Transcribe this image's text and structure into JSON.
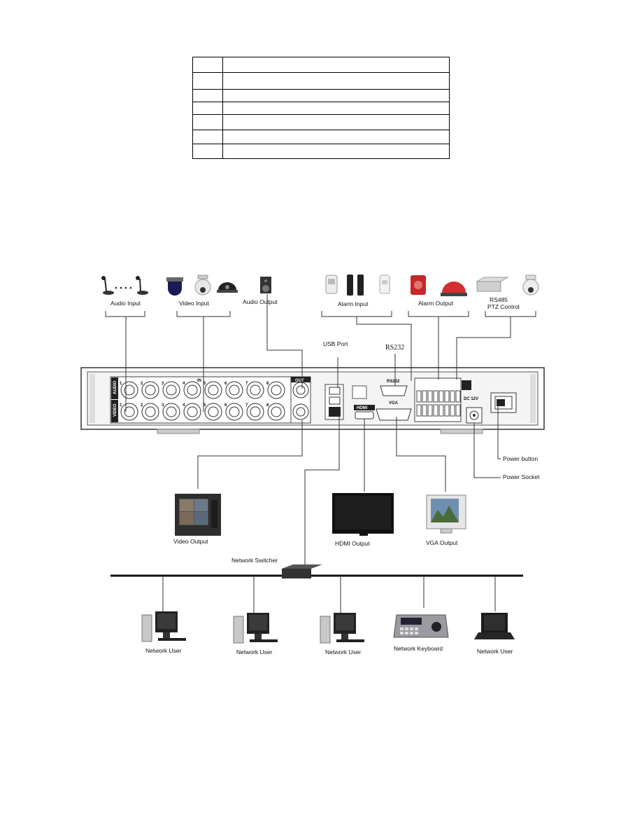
{
  "table": {
    "rows": 7
  },
  "labels": {
    "audio_input": "Audio Input",
    "video_input": "Video Input",
    "audio_output": "Audio Output",
    "alarm_input": "Alarm Input",
    "alarm_output": "Alarm Output",
    "rs485": "RS485",
    "ptz_control": "PTZ Control",
    "usb_port": "USB Port",
    "rs232_top": "RS232",
    "power_button": "Power button",
    "power_socket": "Power Socket",
    "video_output": "Video Output",
    "hdmi_output": "HDMI Output",
    "vga_output": "VGA Output",
    "network_switcher": "Network Switcher",
    "network_user": "Network User",
    "network_keyboard": "Network Keyboard"
  },
  "panel": {
    "in_label": "IN",
    "out_label": "OUT",
    "audio_side": "AUDIO",
    "video_side": "VIDEO",
    "rs232": "RS232",
    "hdmi": "HDMI",
    "vga": "VGA",
    "dc": "DC 12V",
    "channel_numbers": [
      "1",
      "2",
      "3",
      "4",
      "5",
      "6",
      "7",
      "8"
    ]
  }
}
